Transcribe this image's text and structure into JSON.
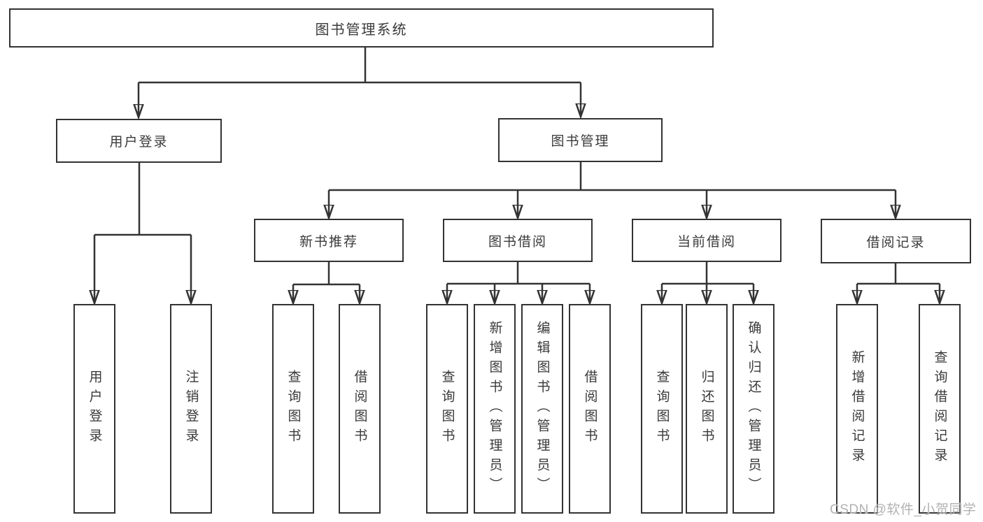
{
  "diagram": {
    "nodes": {
      "root": "图书管理系统",
      "user_login": "用户登录",
      "book_mgmt": "图书管理",
      "new_book": "新书推荐",
      "book_borrow": "图书借阅",
      "current_borrow": "当前借阅",
      "borrow_records": "借阅记录"
    },
    "leaves": {
      "user_login": [
        "用户登录",
        "注销登录"
      ],
      "new_book": [
        "查询图书",
        "借阅图书"
      ],
      "book_borrow": [
        "查询图书",
        "新增图书（管理员）",
        "编辑图书（管理员）",
        "借阅图书"
      ],
      "current_borrow": [
        "查询图书",
        "归还图书",
        "确认归还（管理员）"
      ],
      "borrow_records": [
        "新增借阅记录",
        "查询借阅记录"
      ]
    },
    "colors": {
      "line": "#333333",
      "text": "#3a3a3a",
      "background": "#ffffff",
      "watermark": "#b2b2b2"
    },
    "watermark": "CSDN @软件_小贺同学"
  }
}
